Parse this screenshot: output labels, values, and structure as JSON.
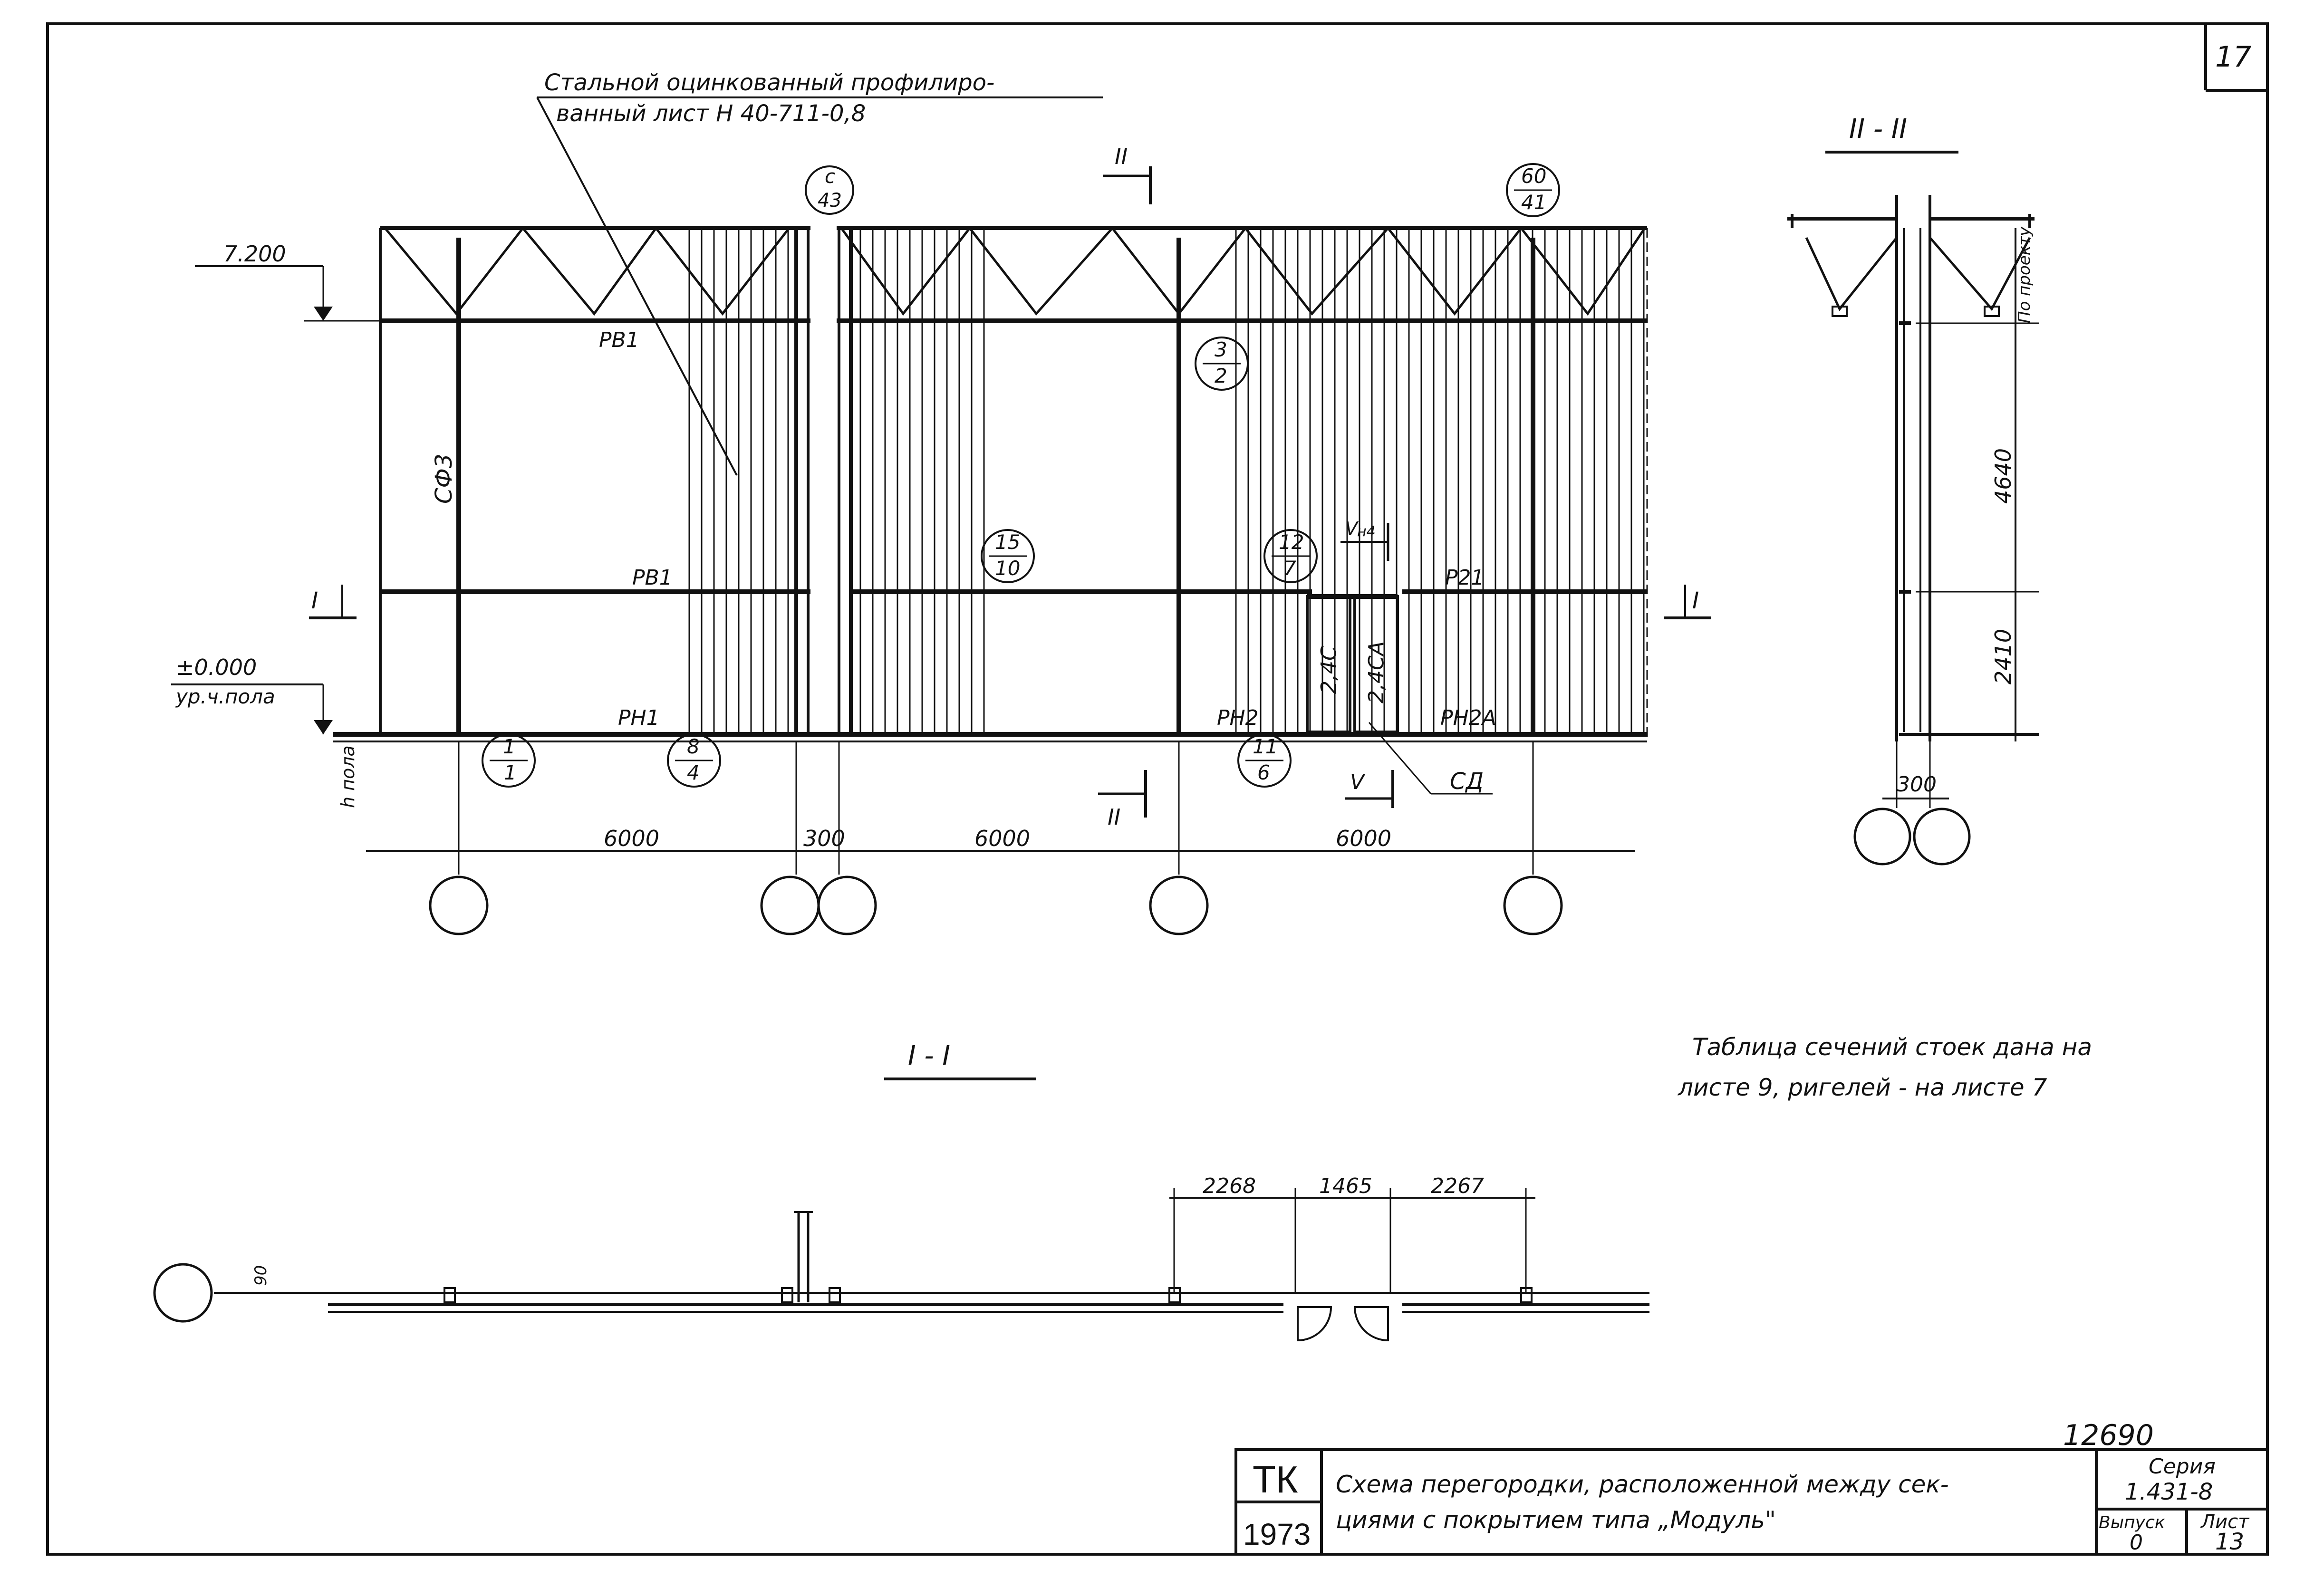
{
  "sheet_corner_number": "17",
  "inventory_number": "12690",
  "notes": {
    "material_line1": "Стальной оцинкованный профилиро-",
    "material_line2": "ванный лист Н 40-711-0,8",
    "table_note_line1": "Таблица сечений стоек дана на",
    "table_note_line2": "листе 9, ригелей - на листе 7"
  },
  "elevation": {
    "level_top": "7.200",
    "level_zero": "±0.000",
    "level_floor_label": "ур.ч.пола",
    "floor_thickness_label": "h пола",
    "height_top": "4640",
    "height_bottom": "2410",
    "post_label": "СФ3",
    "door_label": "СД",
    "door_leaf_left": "2,4С",
    "door_leaf_right": "2,4СА",
    "beam_labels": [
      "РВ1",
      "РВ1",
      "РН1",
      "РН2",
      "РН2А",
      "Р21"
    ],
    "dimensions_bottom": [
      "6000",
      "300",
      "6000",
      "6000"
    ],
    "section_mark_I": "I",
    "section_mark_II": "II",
    "section_mark_V": "V",
    "section_mark_Vn": "V",
    "section_mark_Vn_sub": "н4"
  },
  "callouts": [
    {
      "top": "1",
      "bottom": "1"
    },
    {
      "top": "8",
      "bottom": "4"
    },
    {
      "top": "11",
      "bottom": "6"
    },
    {
      "top": "15",
      "bottom": "10"
    },
    {
      "top": "12",
      "bottom": "7"
    },
    {
      "top": "3",
      "bottom": "2"
    },
    {
      "top": "с",
      "bottom": "43"
    },
    {
      "top": "60",
      "bottom": "41"
    }
  ],
  "section_II": {
    "title": "II - II",
    "dim_left_post": "300",
    "label_top": "По проекту"
  },
  "section_I": {
    "title": "I - I",
    "dim_90": "90",
    "dims_top": [
      "2268",
      "1465",
      "2267"
    ]
  },
  "title_block": {
    "org": "ТК",
    "year": "1973",
    "title_line1": "Схема перегородки, расположенной между сек-",
    "title_line2": "циями с покрытием типа „Модуль\"",
    "series_label": "Серия",
    "series_value": "1.431-8",
    "issue_label": "Выпуск",
    "issue_value": "0",
    "sheet_label": "Лист",
    "sheet_value": "13"
  }
}
